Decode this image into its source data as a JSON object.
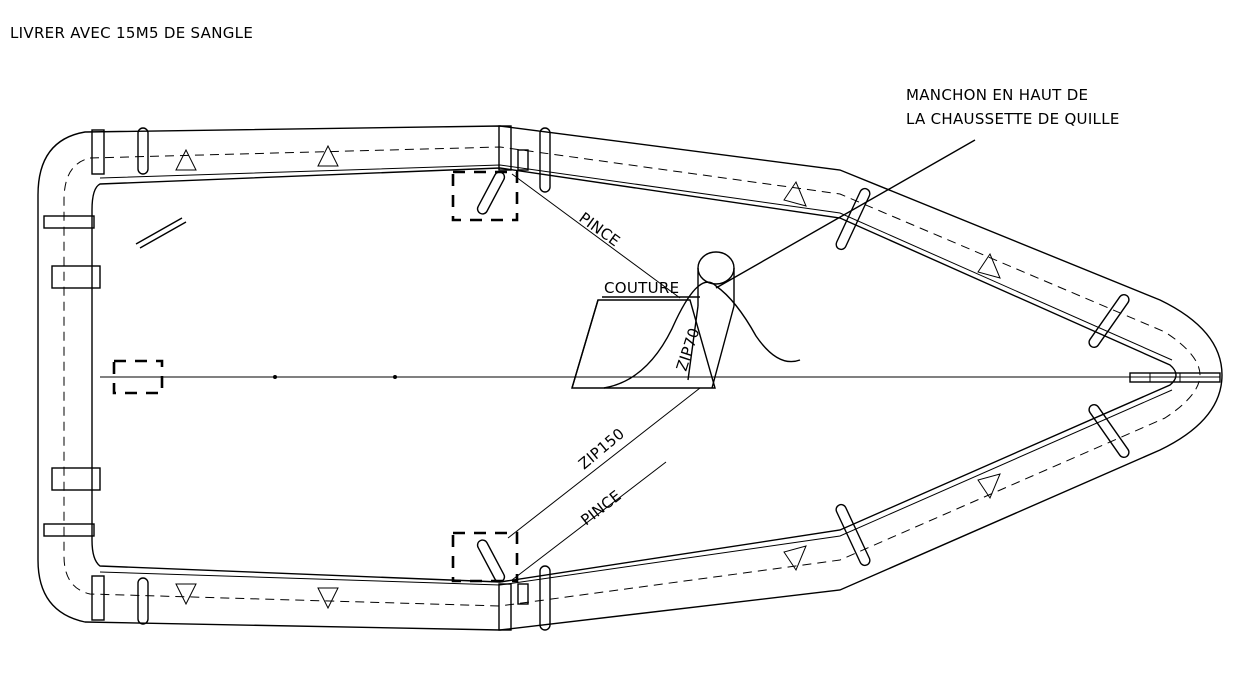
{
  "drawing": {
    "header_note": "LIVRER AVEC 15M5 DE SANGLE",
    "labels": {
      "manchon_line1": "MANCHON EN HAUT DE",
      "manchon_line2": "LA CHAUSSETTE DE QUILLE",
      "couture": "COUTURE",
      "pince_top": "PINCE",
      "pince_bottom": "PINCE",
      "zip70": "ZIP70",
      "zip150": "ZIP150"
    }
  }
}
